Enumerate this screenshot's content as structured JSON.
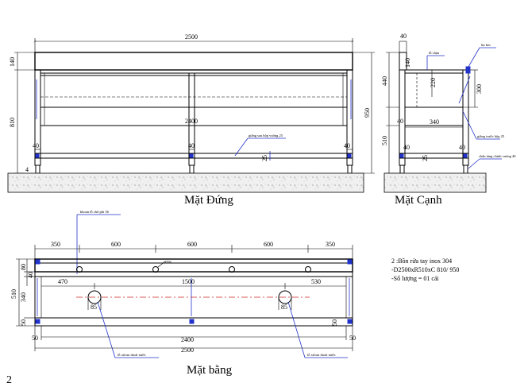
{
  "views": {
    "front": {
      "title": "Mặt Đứng",
      "dims": {
        "total_length": "2500",
        "top_height": "140",
        "leg_height": "810",
        "total_height": "950",
        "inner_length": "2400",
        "foot_left": "40",
        "foot_mid": "40",
        "foot_right": "40",
        "foot_small": "4",
        "rail_offset": "25"
      },
      "note": "giằng sau hộp vuông 25"
    },
    "side": {
      "title": "Mặt Cạnh",
      "dims": {
        "top_width": "40",
        "top_height": "140",
        "bowl_depth": "440",
        "drain": "220",
        "side_300": "300",
        "inner_340": "340",
        "post_40": "40",
        "leg_510": "510",
        "foot_40a": "40",
        "foot_40b": "40",
        "foot_25": "25"
      },
      "labels": {
        "faucet_hole": "lỗ chậu",
        "seal": "bịt kín",
        "front_brace": "giằng trước hộp 25",
        "foot": "chân tăng chỉnh vuông 40"
      }
    },
    "plan": {
      "title": "Mặt bằng",
      "dims": {
        "seg1": "350",
        "seg2": "600",
        "seg3": "600",
        "seg4": "600",
        "seg5": "350",
        "d80": "80",
        "d40": "40",
        "depth": "510",
        "d340": "340",
        "d50a": "50",
        "d470": "470",
        "d1500": "1500",
        "d530": "530",
        "d85a": "85",
        "d85b": "85",
        "d50b": "50",
        "d50c": "50",
        "d2400": "2400",
        "d2500": "2500",
        "d50d": "50",
        "hole_dia": "Ø36"
      },
      "labels": {
        "faucet_hole": "khoan lỗ chờ phi 36",
        "drain_left": "lỗ xifom thoát nước",
        "drain_right": "lỗ xifom thoát nước"
      }
    }
  },
  "spec": {
    "line1": "2 :Bồn rửa tay inox  304",
    "line2": "-D2500xR510xC 810/ 950",
    "line3": "-Số lượng = 01 cái"
  },
  "page_number": "2"
}
